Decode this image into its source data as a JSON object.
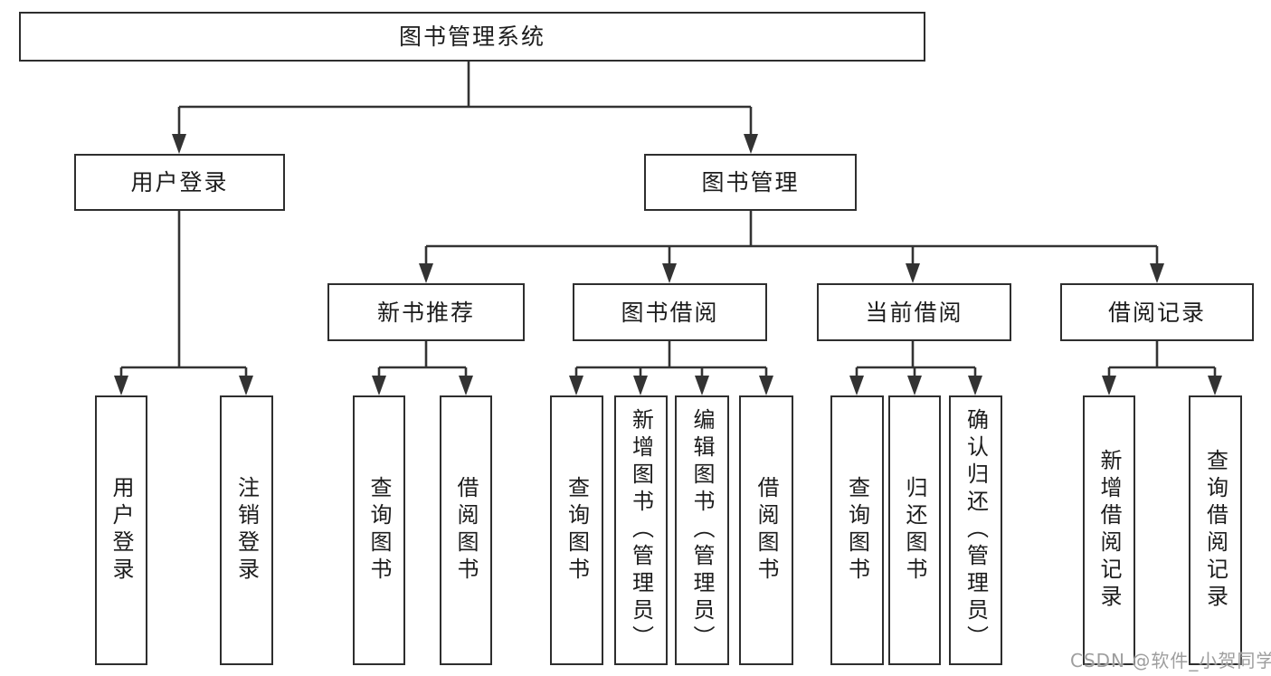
{
  "diagram": {
    "title": "图书管理系统",
    "type": "hierarchy-tree",
    "colors": {
      "background": "#ffffff",
      "box_border": "#2e2e2e",
      "connector_line": "#333333",
      "text": "#1c1c1c",
      "watermark_text": "#9e9e9e"
    }
  },
  "tree": {
    "root": {
      "label": "图书管理系统"
    },
    "branches": [
      {
        "label": "用户登录",
        "children": [
          {
            "label": "用户登录"
          },
          {
            "label": "注销登录"
          }
        ]
      },
      {
        "label": "图书管理",
        "children": [
          {
            "label": "新书推荐",
            "children": [
              {
                "label": "查询图书"
              },
              {
                "label": "借阅图书"
              }
            ]
          },
          {
            "label": "图书借阅",
            "children": [
              {
                "label": "查询图书"
              },
              {
                "label": "新增图书（管理员）"
              },
              {
                "label": "编辑图书（管理员）"
              },
              {
                "label": "借阅图书"
              }
            ]
          },
          {
            "label": "当前借阅",
            "children": [
              {
                "label": "查询图书"
              },
              {
                "label": "归还图书"
              },
              {
                "label": "确认归还（管理员）"
              }
            ]
          },
          {
            "label": "借阅记录",
            "children": [
              {
                "label": "新增借阅记录"
              },
              {
                "label": "查询借阅记录"
              }
            ]
          }
        ]
      }
    ]
  },
  "watermark": {
    "text": "CSDN @软件_小贺同学"
  }
}
